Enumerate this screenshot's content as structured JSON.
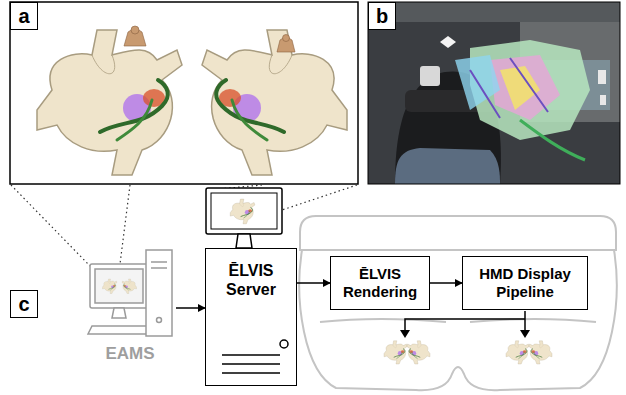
{
  "diagram": {
    "nodes": [
      {
        "text": [
          "EAMS"
        ]
      },
      {
        "text": [
          "ĒLVIS Server"
        ]
      },
      {
        "text": [
          "ĒLVIS Rendering"
        ]
      },
      {
        "text": [
          "HMD Display Pipeline"
        ]
      }
    ],
    "edges": [
      {
        "from": 0,
        "to": 1,
        "arrow": "to"
      },
      {
        "from": 1,
        "to": 2,
        "arrow": "to"
      },
      {
        "from": 2,
        "to": 3,
        "arrow": "to"
      }
    ],
    "labels": [
      "a",
      "b",
      "c"
    ]
  }
}
